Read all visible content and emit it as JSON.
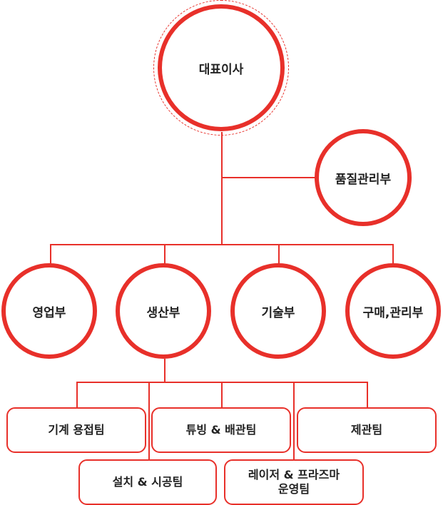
{
  "colors": {
    "accent": "#e8302a",
    "text": "#222222"
  },
  "ceo": {
    "label": "대표이사"
  },
  "quality": {
    "label": "품질관리부"
  },
  "departments": [
    {
      "label": "영업부"
    },
    {
      "label": "생산부"
    },
    {
      "label": "기술부"
    },
    {
      "label": "구매,관리부"
    }
  ],
  "teams": [
    {
      "label": "기계 용접팀"
    },
    {
      "label": "튜빙 & 배관팀"
    },
    {
      "label": "제관팀"
    },
    {
      "label": "설치 & 시공팀"
    },
    {
      "label_line1": "레이저 & 프라즈마",
      "label_line2": "운영팀"
    }
  ]
}
